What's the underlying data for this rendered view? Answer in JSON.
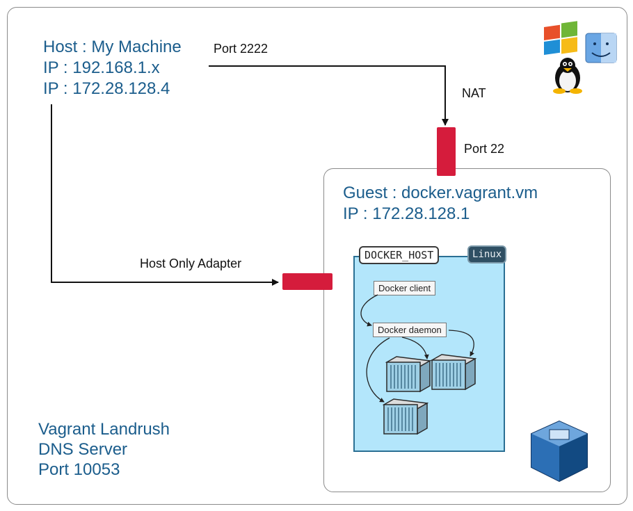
{
  "host": {
    "title": "Host : My Machine",
    "ip1": "IP : 192.168.1.x",
    "ip2": "IP : 172.28.128.4"
  },
  "guest": {
    "title": "Guest : docker.vagrant.vm",
    "ip": "IP : 172.28.128.1"
  },
  "dns": {
    "line1": "Vagrant Landrush",
    "line2": "DNS Server",
    "line3": "Port 10053"
  },
  "connections": {
    "port_2222": "Port 2222",
    "nat": "NAT",
    "port_22": "Port 22",
    "host_only": "Host Only Adapter"
  },
  "docker": {
    "host_tag": "DOCKER_HOST",
    "os_tag": "Linux",
    "client": "Docker client",
    "daemon": "Docker daemon"
  },
  "icons": [
    "windows-logo-icon",
    "finder-logo-icon",
    "linux-tux-icon",
    "virtualbox-logo-icon",
    "container-icon"
  ],
  "colors": {
    "label_blue": "#1b5d8c",
    "port_red": "#d51c3c",
    "docker_bg": "#b3e6fb"
  }
}
